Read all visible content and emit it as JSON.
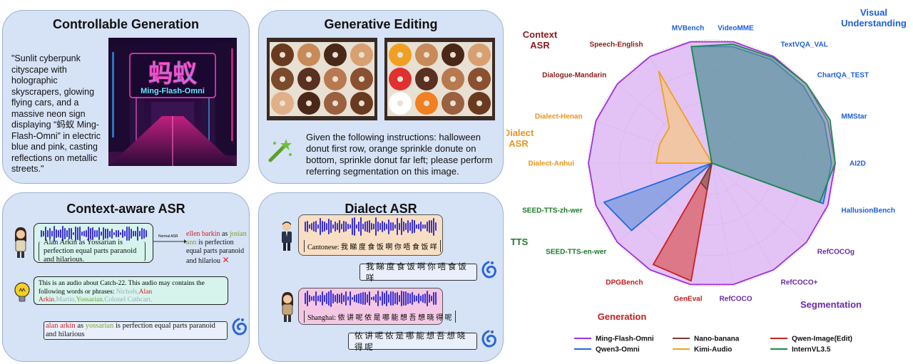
{
  "panels": {
    "controllable": {
      "title": "Controllable Generation",
      "prompt": "\"Sunlit cyberpunk cityscape with holographic skyscrapers, glowing flying cars, and a massive neon sign displaying “蚂蚁 Ming-Flash-Omni” in electric blue and pink, casting reflections on metallic streets.\"",
      "neon_cn": "蚂蚁",
      "neon_en": "Ming-Flash-Omni"
    },
    "editing": {
      "title": "Generative Editing",
      "instruction": "Given the following instructions: halloween donut first row, orange sprinkle donute on bottom, sprinkle donut far left; please perform referring segmentation on this image."
    },
    "context_asr": {
      "title": "Context-aware ASR",
      "audio_text": "Alan Arkin as Yossarian is perfection equal parts paranoid and hilarious.",
      "normal_asr_label": "Normal ASR",
      "normal_out": [
        {
          "t": "ellen barkin",
          "c": "#d02020"
        },
        {
          "t": " as ",
          "c": "#111111"
        },
        {
          "t": "josian",
          "c": "#7aa02a"
        },
        {
          "t": " ",
          "c": "#111111"
        },
        {
          "t": "ann",
          "c": "#7aa02a"
        },
        {
          "t": " is perfection equal parts paranoid and hilariou ",
          "c": "#111111"
        }
      ],
      "wrong_mark": "✕",
      "context_prefix": "This is an audio about Catch-22. This audio may contains the following words or phrases: ",
      "context_terms": [
        {
          "t": "Nichols",
          "c": "#9aaab8"
        },
        {
          "t": ",",
          "c": "#9aaab8"
        },
        {
          "t": "Alan Arkin",
          "c": "#d02020"
        },
        {
          "t": ",",
          "c": "#9aaab8"
        },
        {
          "t": "Martin",
          "c": "#9aaab8"
        },
        {
          "t": ",",
          "c": "#9aaab8"
        },
        {
          "t": "Yossarian",
          "c": "#7aa02a"
        },
        {
          "t": ",",
          "c": "#9aaab8"
        },
        {
          "t": "Colonel Cathcart",
          "c": "#9aaab8"
        },
        {
          "t": ".",
          "c": "#9aaab8"
        }
      ],
      "output": [
        {
          "t": "alan arkin",
          "c": "#d02020"
        },
        {
          "t": " as ",
          "c": "#111111"
        },
        {
          "t": "yossarian",
          "c": "#7aa02a"
        },
        {
          "t": " is perfection equal parts paranoid and hilarious",
          "c": "#111111"
        }
      ]
    },
    "dialect_asr": {
      "title": "Dialect ASR",
      "cantonese_audio": "Cantonese: 我 睇 度 食 饭 啊 你 唔 食 饭 咩",
      "cantonese_out": "我 睇 度 食 饭 啊 你 唔 食 饭 咩",
      "shanghai_audio": "Shanghai: 侬 讲 呢 侬 是 哪 能 想 吾 想 晓 得 呢",
      "shanghai_out": "侬 讲 呢 侬 是 哪 能 想 吾 想 晓 得 呢"
    }
  },
  "chart_data": {
    "type": "radar",
    "axes": [
      "VideoMME",
      "TextVQA_VAL",
      "ChartQA_TEST",
      "MMStar",
      "AI2D",
      "HallusionBench",
      "RefCOCOg",
      "RefCOCO+",
      "RefCOCO",
      "GenEval",
      "DPGBench",
      "SEED-TTS-en-wer",
      "SEED-TTS-zh-wer",
      "Dialect-Anhui",
      "Dialect-Henan",
      "Dialogue-Mandarin",
      "Speech-English",
      "MVBench"
    ],
    "axis_colors": [
      "#1f5fd6",
      "#1f5fd6",
      "#1f5fd6",
      "#1f5fd6",
      "#1f5fd6",
      "#1f5fd6",
      "#6a2aa8",
      "#6a2aa8",
      "#6a2aa8",
      "#c02020",
      "#c02020",
      "#1c7a2a",
      "#1c7a2a",
      "#e8951e",
      "#e8951e",
      "#8b1a1a",
      "#8b1a1a",
      "#1f5fd6"
    ],
    "groups": [
      {
        "label": "Visual Understanding",
        "color": "#1f5fd6"
      },
      {
        "label": "Segmentation",
        "color": "#6a2aa8"
      },
      {
        "label": "Generation",
        "color": "#c02020"
      },
      {
        "label": "TTS",
        "color": "#1c7a2a"
      },
      {
        "label": "Dialect ASR",
        "color": "#e8951e"
      },
      {
        "label": "Context ASR",
        "color": "#8b1a1a"
      }
    ],
    "rlim": [
      0,
      1
    ],
    "grid": true,
    "series": [
      {
        "name": "Ming-Flash-Omni",
        "color": "#a030d8",
        "fill": "#d7a8f2",
        "opacity": 0.7,
        "values": [
          1.0,
          1.0,
          1.0,
          1.0,
          1.0,
          1.0,
          1.0,
          1.0,
          1.0,
          1.0,
          1.0,
          1.0,
          1.0,
          1.0,
          1.0,
          1.0,
          1.0,
          1.0
        ]
      },
      {
        "name": "Kimi-Audio",
        "color": "#f0a020",
        "fill": "#f5c78a",
        "opacity": 0.75,
        "values": [
          0,
          0,
          0,
          0,
          0,
          0,
          0,
          0,
          0,
          0,
          0,
          0,
          0,
          0.45,
          0.45,
          0.45,
          0.86,
          0
        ]
      },
      {
        "name": "Qwen3-Omni",
        "color": "#1f6ae0",
        "fill": "#5e8fd8",
        "opacity": 0.6,
        "values": [
          0.96,
          0.97,
          0.97,
          0.97,
          0.97,
          0.96,
          0,
          0,
          0,
          0,
          0,
          0.85,
          0.93,
          0,
          0,
          0,
          0,
          0.96
        ]
      },
      {
        "name": "Qwen-Image(Edit)",
        "color": "#c82020",
        "fill": "#d85858",
        "opacity": 0.7,
        "values": [
          0,
          0,
          0,
          0,
          0,
          0,
          0,
          0,
          0,
          0.97,
          0.95,
          0,
          0,
          0,
          0,
          0,
          0,
          0
        ]
      },
      {
        "name": "Nano-banana",
        "color": "#7a3a3a",
        "fill": "#8a5a5a",
        "opacity": 0.6,
        "values": [
          0,
          0,
          0,
          0,
          0,
          0,
          0,
          0,
          0,
          0.22,
          0.18,
          0,
          0,
          0,
          0,
          0,
          0,
          0
        ]
      },
      {
        "name": "InternVL3.5",
        "color": "#1c8a4a",
        "fill": "#6a9a8a",
        "opacity": 0.55,
        "values": [
          0.98,
          0.99,
          1.0,
          1.02,
          1.0,
          0.93,
          0,
          0,
          0,
          0,
          0,
          0,
          0,
          0,
          0,
          0,
          0,
          0.96
        ]
      }
    ]
  }
}
